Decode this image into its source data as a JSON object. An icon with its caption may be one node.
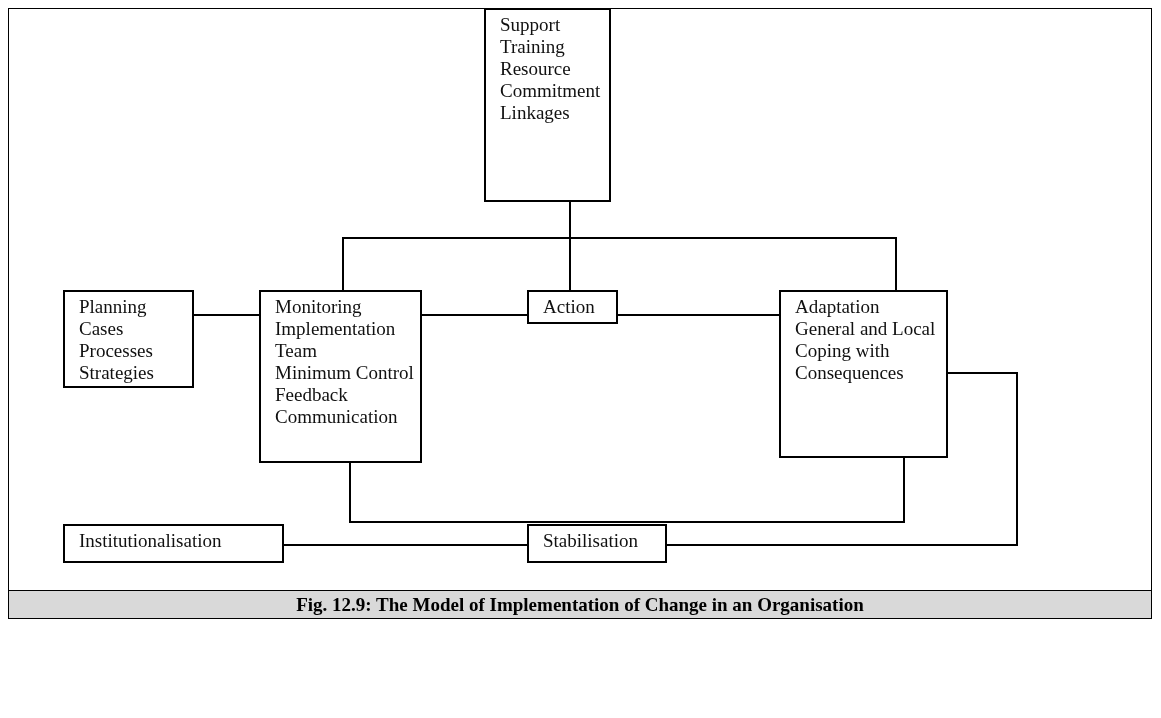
{
  "diagram": {
    "caption": "Fig. 12.9: The Model of Implementation of Change in an Organisation",
    "nodes": [
      {
        "text": [
          "Support",
          "Training",
          "Resource",
          "Commitment",
          "Linkages"
        ]
      },
      {
        "text": [
          "Planning",
          "Cases",
          "Processes",
          "Strategies"
        ]
      },
      {
        "text": [
          "Monitoring",
          "Implementation Team",
          "Minimum Control",
          "Feedback",
          "Communication"
        ]
      },
      {
        "text": [
          "Action"
        ]
      },
      {
        "text": [
          "Adaptation",
          "General and Local",
          "Coping with Consequences"
        ]
      },
      {
        "text": [
          "Institutionalisation"
        ]
      },
      {
        "text": [
          "Stabilisation"
        ]
      }
    ],
    "edges": [
      {
        "from": 0,
        "to": 2,
        "arrow": "none"
      },
      {
        "from": 0,
        "to": 3,
        "arrow": "none"
      },
      {
        "from": 0,
        "to": 4,
        "arrow": "none"
      },
      {
        "from": 1,
        "to": 2,
        "arrow": "none"
      },
      {
        "from": 2,
        "to": 3,
        "arrow": "none"
      },
      {
        "from": 3,
        "to": 4,
        "arrow": "none"
      },
      {
        "from": 2,
        "to": 4,
        "arrow": "none"
      },
      {
        "from": 4,
        "to": 6,
        "arrow": "none"
      },
      {
        "from": 6,
        "to": 5,
        "arrow": "none"
      }
    ]
  }
}
